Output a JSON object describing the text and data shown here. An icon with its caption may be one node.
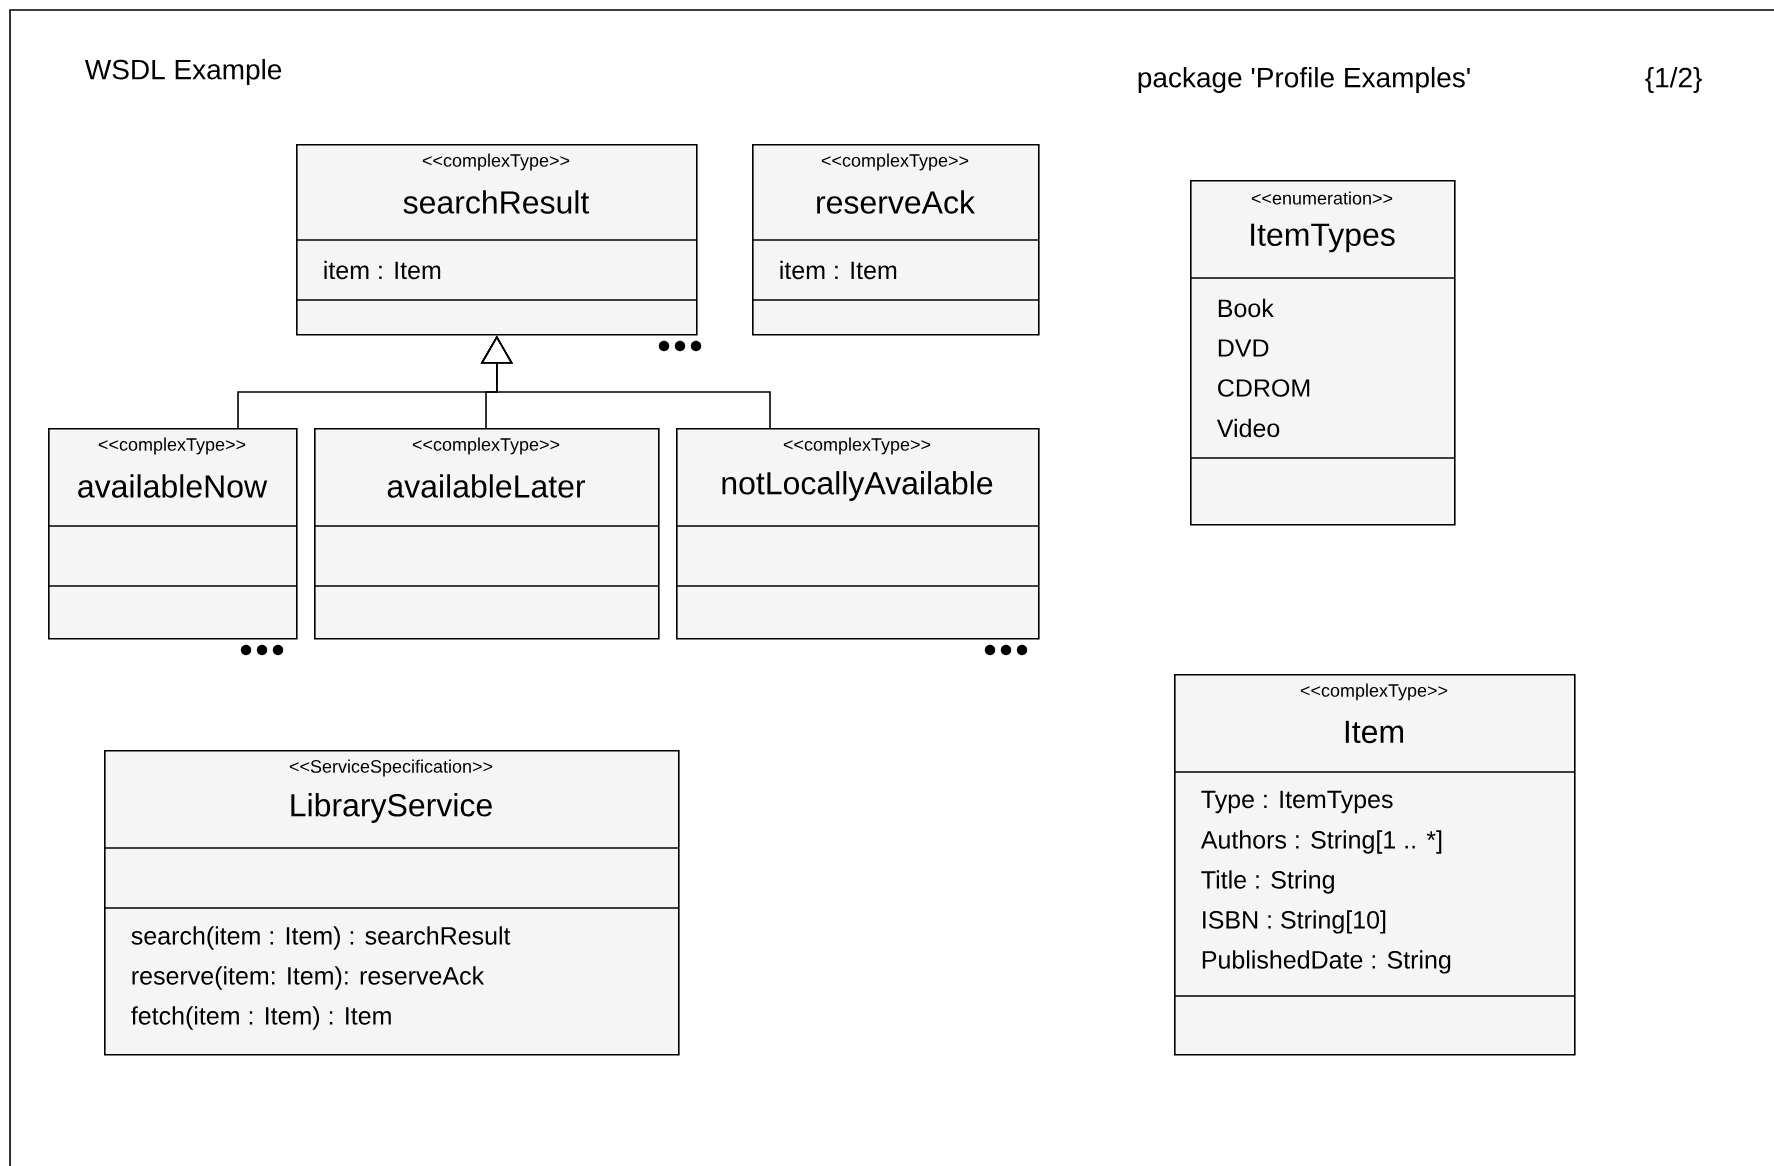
{
  "diagram": {
    "title": "WSDL Example",
    "nodes": [
      {
        "text": [
          "<<complexType>>",
          "searchResult",
          "item : Item"
        ]
      },
      {
        "text": [
          "<<complexType>>",
          "reserveAck",
          "item : Item"
        ]
      },
      {
        "text": [
          "<<enumeration>>",
          "ItemTypes",
          "Book",
          "DVD",
          "CDROM",
          "Video"
        ]
      },
      {
        "text": [
          "<<complexType>>",
          "availableNow"
        ]
      },
      {
        "text": [
          "<<complexType>>",
          "availableLater"
        ]
      },
      {
        "text": [
          "<<complexType>>",
          "notLocallyAvailable"
        ]
      },
      {
        "text": [
          "<<ServiceSpecification>>",
          "LibraryService",
          "search(item : Item) : searchResult",
          "reserve(item: Item): reserveAck",
          "fetch(item : Item) : Item"
        ]
      },
      {
        "text": [
          "<<complexType>>",
          "Item",
          "Type : ItemTypes",
          "Authors : String[1 .. *]",
          "Title : String",
          "ISBN : String[10]",
          "PublishedDate : String"
        ]
      }
    ],
    "edges": [
      {
        "from": 3,
        "to": 0,
        "arrow": "to"
      },
      {
        "from": 4,
        "to": 0,
        "arrow": "to"
      },
      {
        "from": 5,
        "to": 0,
        "arrow": "to"
      }
    ],
    "labels": [
      "package 'Profile Examples'",
      "{1/2}"
    ]
  }
}
